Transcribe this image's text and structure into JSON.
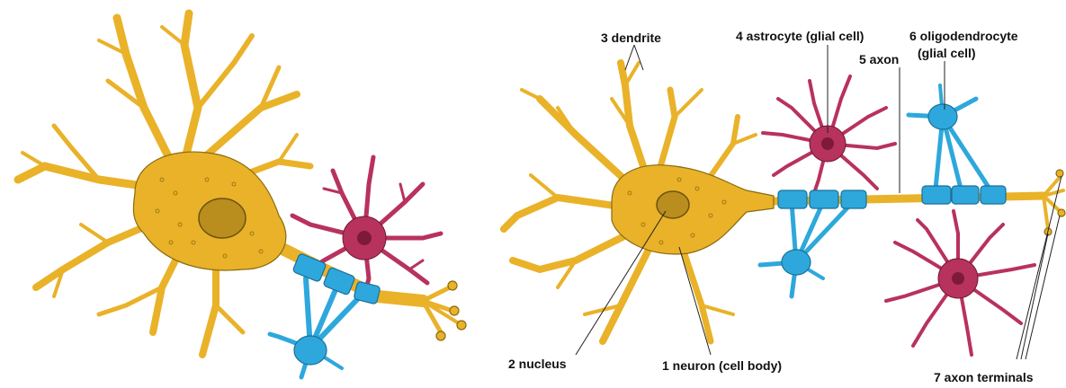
{
  "colors": {
    "neuron": "#e9b228",
    "astrocyte": "#b8325e",
    "oligodendrocyte": "#2ea8dc"
  },
  "labels": {
    "dendrite": "3 dendrite",
    "astrocyte": "4 astrocyte (glial cell)",
    "oligodendrocyte_line1": "6 oligodendrocyte",
    "oligodendrocyte_line2": "(glial cell)",
    "axon": "5 axon",
    "nucleus": "2 nucleus",
    "neuron": "1 neuron (cell body)",
    "axon_terminals": "7 axon terminals"
  }
}
